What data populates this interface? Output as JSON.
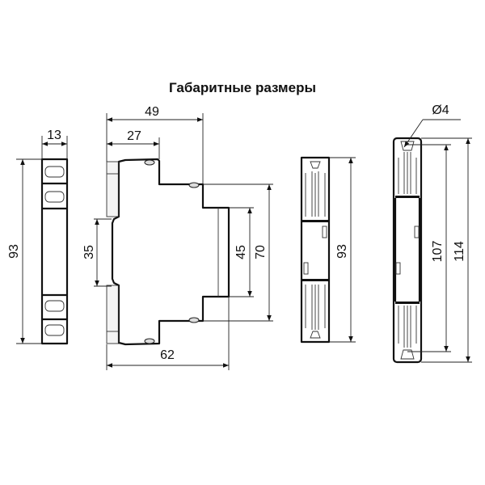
{
  "title": "Габаритные размеры",
  "dimensions": {
    "front_width": "13",
    "front_height": "93",
    "side_depth_total": "49",
    "side_depth_front": "27",
    "din_rail": "35",
    "front_window": "45",
    "side_height": "70",
    "side_depth_full": "62",
    "back_height": "93",
    "hole_diameter": "Ø4",
    "hole_spacing": "107",
    "bracket_height": "114"
  }
}
